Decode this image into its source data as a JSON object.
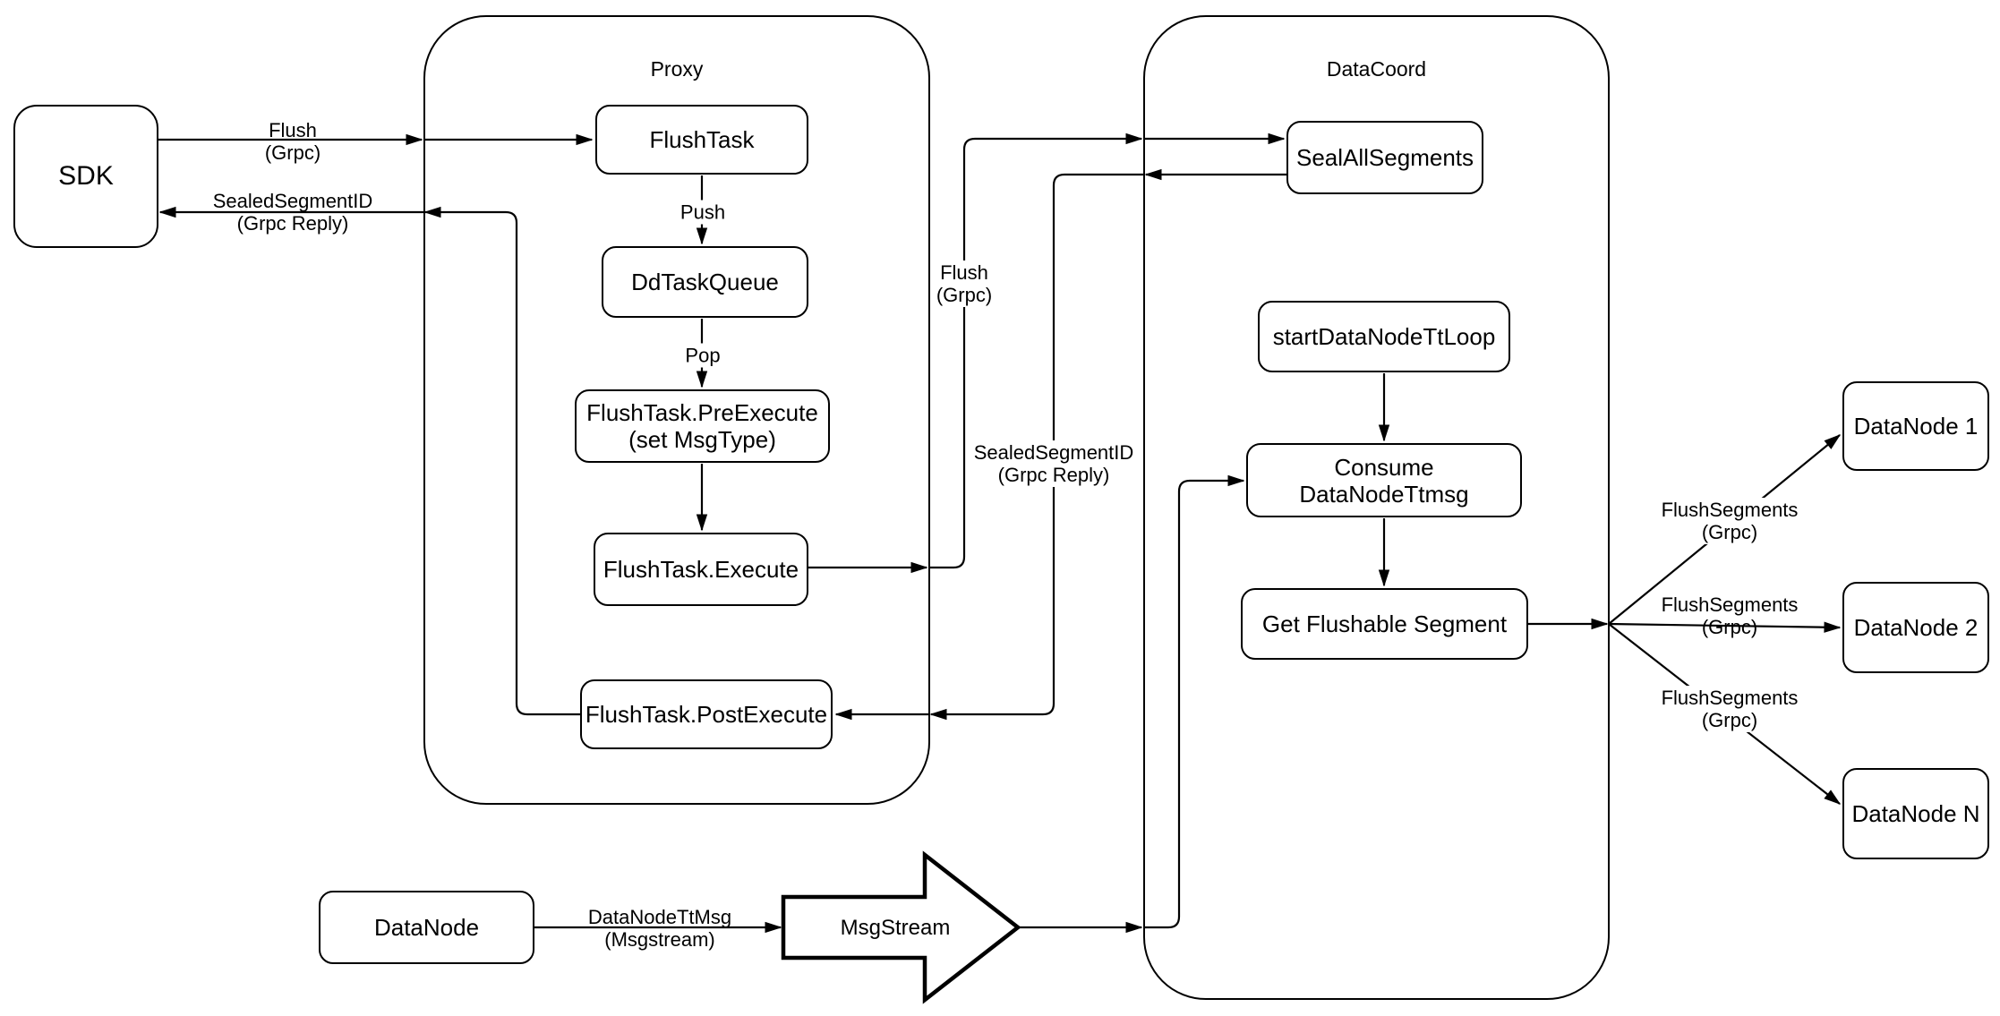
{
  "containers": {
    "proxy": {
      "label": "Proxy"
    },
    "datacoord": {
      "label": "DataCoord"
    }
  },
  "nodes": {
    "sdk": {
      "label": "SDK"
    },
    "flushTask": {
      "label": "FlushTask"
    },
    "ddTaskQueue": {
      "label": "DdTaskQueue"
    },
    "preExecute": {
      "line1": "FlushTask.PreExecute",
      "line2": "(set MsgType)"
    },
    "execute": {
      "label": "FlushTask.Execute"
    },
    "postExecute": {
      "label": "FlushTask.PostExecute"
    },
    "sealAllSegments": {
      "label": "SealAllSegments"
    },
    "startDataNodeTtLoop": {
      "label": "startDataNodeTtLoop"
    },
    "consumeDataNodeTtmsg": {
      "label": "Consume DataNodeTtmsg"
    },
    "getFlushableSegment": {
      "label": "Get Flushable Segment"
    },
    "dataNode1": {
      "label": "DataNode 1"
    },
    "dataNode2": {
      "label": "DataNode 2"
    },
    "dataNodeN": {
      "label": "DataNode N"
    },
    "dataNodeBottom": {
      "label": "DataNode"
    },
    "msgStream": {
      "label": "MsgStream"
    }
  },
  "edge_labels": {
    "flushGrpcSdk": {
      "line1": "Flush",
      "line2": "(Grpc)"
    },
    "sealedSegmentIdSdk": {
      "line1": "SealedSegmentID",
      "line2": "(Grpc Reply)"
    },
    "push": {
      "label": "Push"
    },
    "pop": {
      "label": "Pop"
    },
    "flushGrpcMid": {
      "line1": "Flush",
      "line2": "(Grpc)"
    },
    "sealedSegmentIdMid": {
      "line1": "SealedSegmentID",
      "line2": "(Grpc Reply)"
    },
    "dataNodeTtMsg": {
      "line1": "DataNodeTtMsg",
      "line2": "(Msgstream)"
    },
    "flushSegments1": {
      "line1": "FlushSegments",
      "line2": "(Grpc)"
    },
    "flushSegments2": {
      "line1": "FlushSegments",
      "line2": "(Grpc)"
    },
    "flushSegments3": {
      "line1": "FlushSegments",
      "line2": "(Grpc)"
    }
  },
  "colors": {
    "stroke": "#000000",
    "fill": "#ffffff",
    "background": "#ffffff",
    "text": "#000000"
  }
}
